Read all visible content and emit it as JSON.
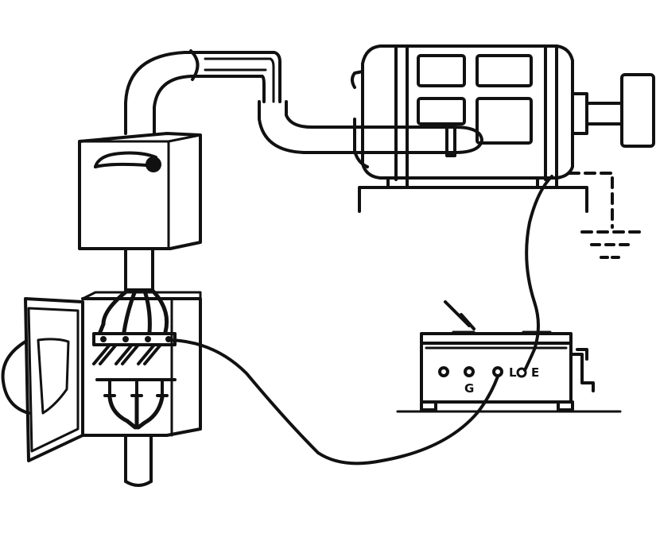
{
  "tester": {
    "terminals": {
      "guard": "G",
      "line": "L",
      "earth": "E"
    }
  },
  "colors": {
    "ink": "#111111",
    "background": "#ffffff"
  },
  "icons": [
    "motor-icon",
    "starter-box-icon",
    "disconnect-switch-icon",
    "insulation-tester-icon",
    "ground-symbol-icon"
  ]
}
